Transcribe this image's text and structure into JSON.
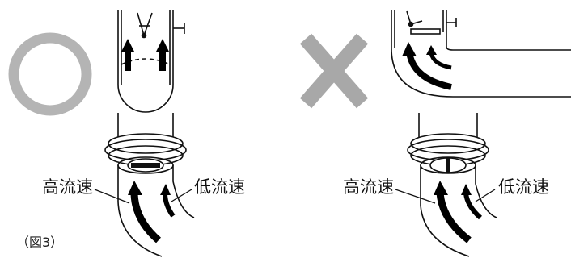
{
  "left_panel": {
    "verdict_symbol": "circle",
    "label_high": "高流速",
    "label_low": "低流速"
  },
  "right_panel": {
    "verdict_symbol": "cross",
    "label_high": "高流速",
    "label_low": "低流速"
  },
  "caption": "（図3）",
  "colors": {
    "ok_mark": "#b4b4b4",
    "ng_mark": "#a8a8a8",
    "line": "#111111",
    "arrow": "#000000"
  }
}
